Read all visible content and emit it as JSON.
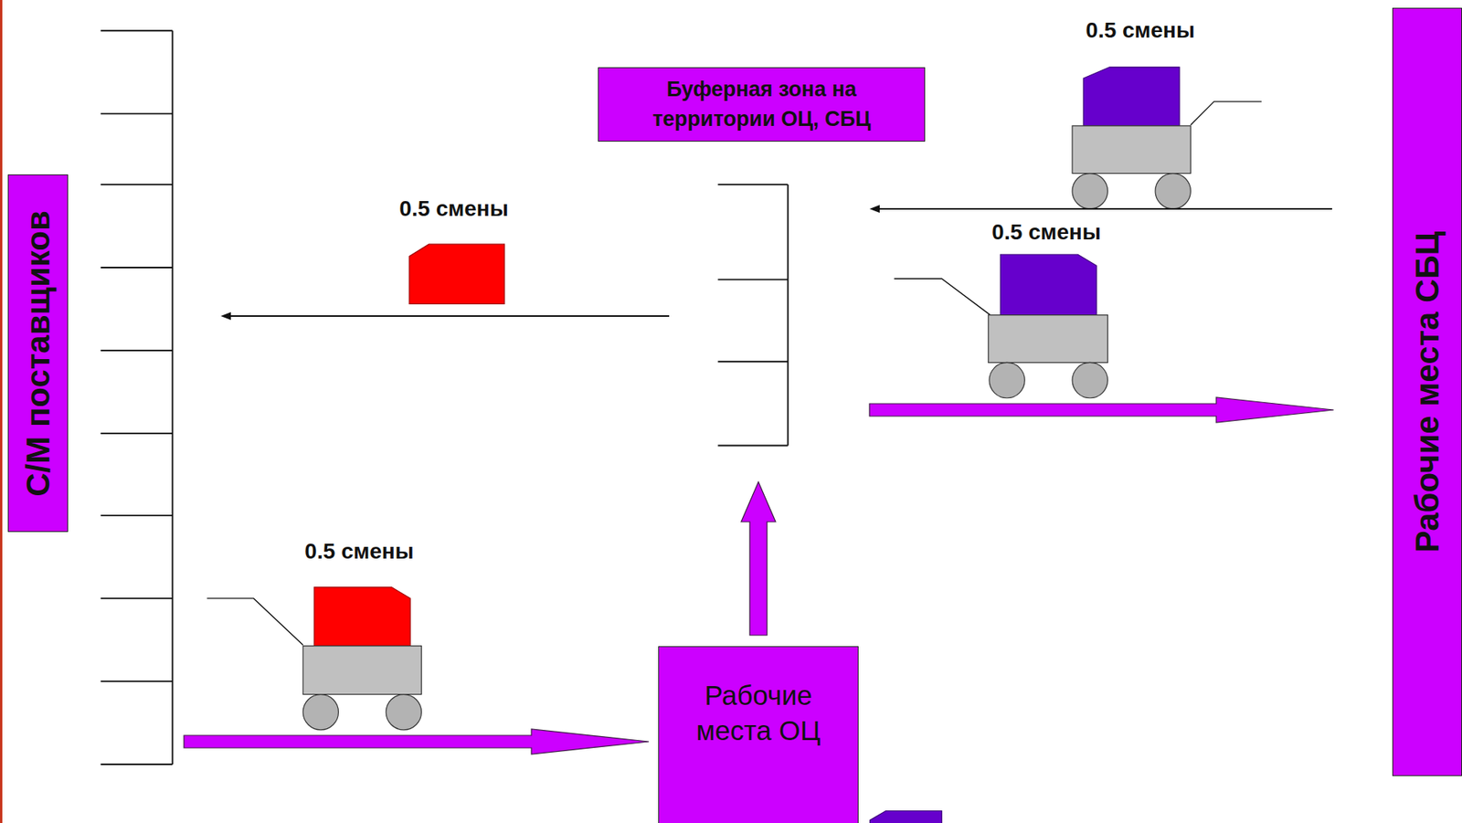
{
  "diagram": {
    "nodes": [
      {
        "text": [
          "С/М поставщиков"
        ]
      },
      {
        "text": [
          "Буферная зона на территории ОЦ, СБЦ"
        ]
      },
      {
        "text": [
          "Рабочие места ОЦ"
        ]
      },
      {
        "text": [
          "Рабочие места СБЦ"
        ]
      }
    ],
    "edges": [
      {
        "from": 0,
        "to": 2,
        "arrow": "to"
      },
      {
        "from": 2,
        "to": 1,
        "arrow": "to"
      },
      {
        "from": 1,
        "to": 3,
        "arrow": "to"
      },
      {
        "from": 3,
        "to": 1,
        "arrow": "to"
      },
      {
        "from": 1,
        "to": 0,
        "arrow": "to"
      }
    ],
    "labels": [
      "0.5 смены",
      "0.5 смены",
      "0.5 смены",
      "0.5 смены"
    ]
  }
}
